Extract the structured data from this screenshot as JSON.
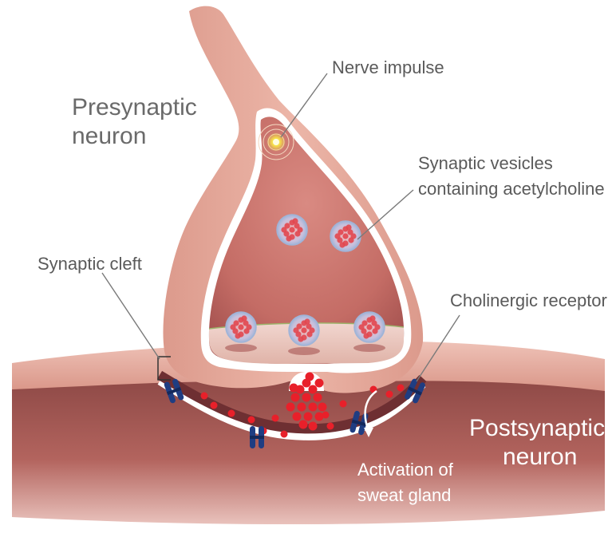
{
  "labels": {
    "presynaptic": [
      "Presynaptic",
      "neuron"
    ],
    "nerve_impulse": "Nerve impulse",
    "vesicles": [
      "Synaptic vesicles",
      "containing acetylcholine"
    ],
    "cleft": "Synaptic cleft",
    "receptor": "Cholinergic receptor",
    "postsynaptic": [
      "Postsynaptic",
      "neuron"
    ],
    "activation": [
      "Activation of",
      "sweat gland"
    ]
  },
  "colors": {
    "neuron_outer": "#e3a79a",
    "neuron_inner": "#c86a62",
    "postsynaptic_tissue": "#a95a55",
    "receptor": "#1f3d82",
    "acetylcholine": "#e8202a",
    "vesicle_membrane": "#9fb4d8"
  }
}
